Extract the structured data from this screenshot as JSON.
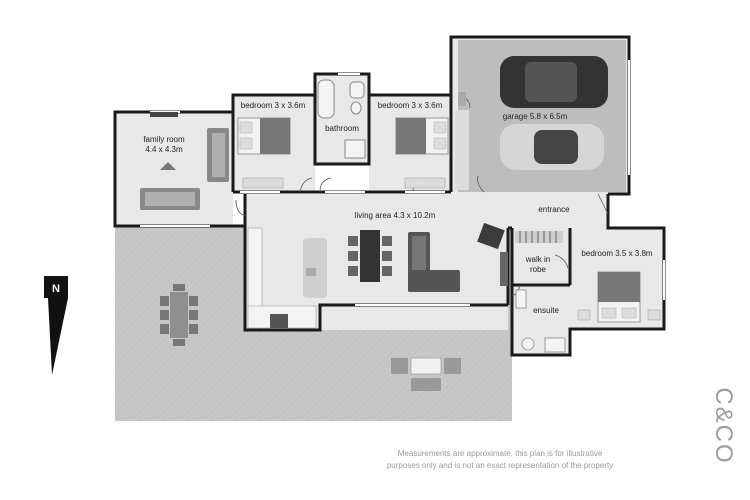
{
  "rooms": {
    "family_room": "family room",
    "family_room_size": "4.4 x 4.3m",
    "bedroom_left": "bedroom 3 x 3.6m",
    "bathroom": "bathroom",
    "bedroom_mid": "bedroom 3 x 3.6m",
    "garage": "garage 5.8 x 6.5m",
    "living_area": "living area 4.3 x 10.2m",
    "entrance": "entrance",
    "walk_in_robe_line1": "walk in",
    "walk_in_robe_line2": "robe",
    "bedroom_right": "bedroom 3.5 x 3.8m",
    "ensuite": "ensuite"
  },
  "compass": {
    "label": "N",
    "icon": "north-arrow-icon"
  },
  "disclaimer": {
    "line1": "Measurements are approximate, this plan is for illustrative",
    "line2": "purposes only and is not an exact representation of the property"
  },
  "brand": {
    "logo_text": "C&CO"
  },
  "colors": {
    "floor": "#e9e9e9",
    "deck": "#c9c9c9",
    "wall": "#1a1a1a",
    "furniture": "#777777"
  }
}
